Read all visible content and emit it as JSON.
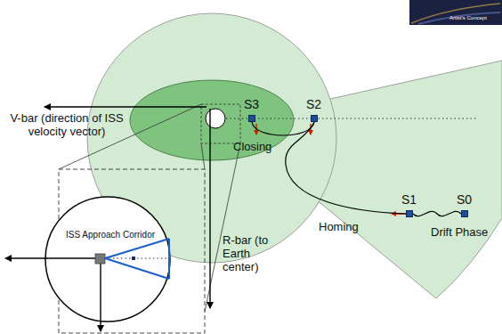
{
  "diagram": {
    "nodes": [
      {
        "text": [
          "S3"
        ]
      },
      {
        "text": [
          "S2"
        ]
      },
      {
        "text": [
          "S1"
        ]
      },
      {
        "text": [
          "S0"
        ]
      }
    ],
    "edges": [
      {
        "from": 3,
        "to": 2,
        "label": "Drift Phase",
        "arrow": "none"
      },
      {
        "from": 2,
        "to": 1,
        "label": "Homing",
        "arrow": "none"
      },
      {
        "from": 1,
        "to": 0,
        "label": "Closing",
        "arrow": "none"
      }
    ],
    "labels": [
      "V-bar (direction of ISS velocity vector)",
      "R-bar (to Earth center)",
      "ISS Approach Corridor",
      "Artist's Concept"
    ]
  }
}
